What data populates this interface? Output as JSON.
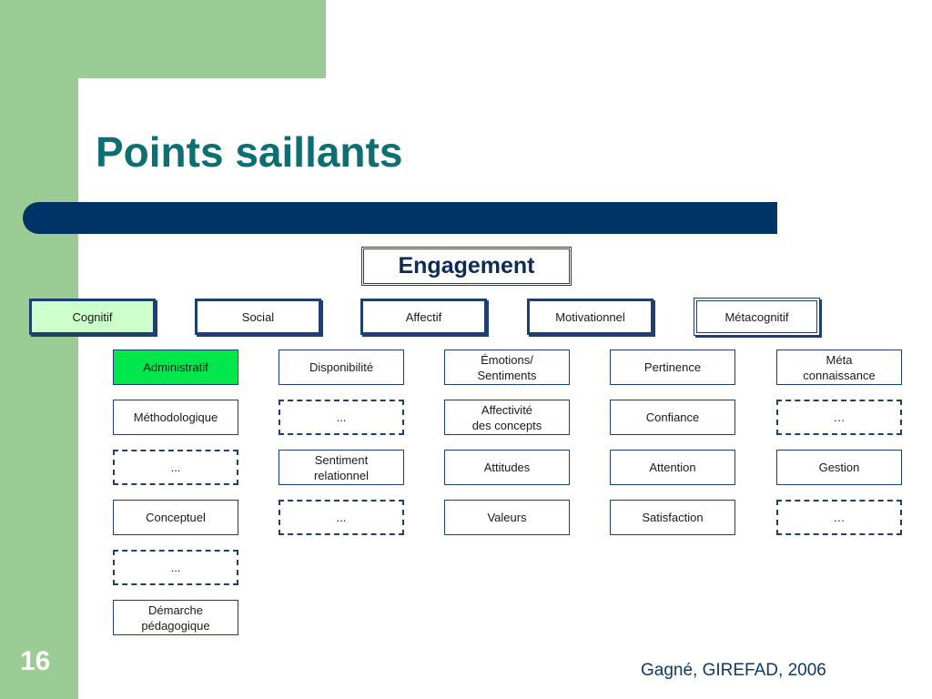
{
  "slide": {
    "title": "Points saillants",
    "number": "16",
    "footer": "Gagné, GIREFAD, 2006"
  },
  "diagram": {
    "root": "Engagement",
    "dimensions": [
      "Cognitif",
      "Social",
      "Affectif",
      "Motivationnel",
      "Métacognitif"
    ],
    "columns": [
      [
        "Administratif",
        "Méthodologique",
        "...",
        "Conceptuel",
        "...",
        "Démarche\npédagogique"
      ],
      [
        "Disponibilité",
        "...",
        "Sentiment\nrelationnel",
        "..."
      ],
      [
        "Émotions/\nSentiments",
        "Affectivité\ndes concepts",
        "Attitudes",
        "Valeurs"
      ],
      [
        "Pertinence",
        "Confiance",
        "Attention",
        "Satisfaction"
      ],
      [
        "Méta\nconnaissance",
        "…",
        "Gestion",
        "…"
      ]
    ]
  },
  "colors": {
    "sidebar_green": "#9bcc95",
    "title_teal": "#0e6f73",
    "bar_navy": "#003366",
    "highlight_light_green": "#ccffcc",
    "highlight_green": "#00e64d"
  }
}
